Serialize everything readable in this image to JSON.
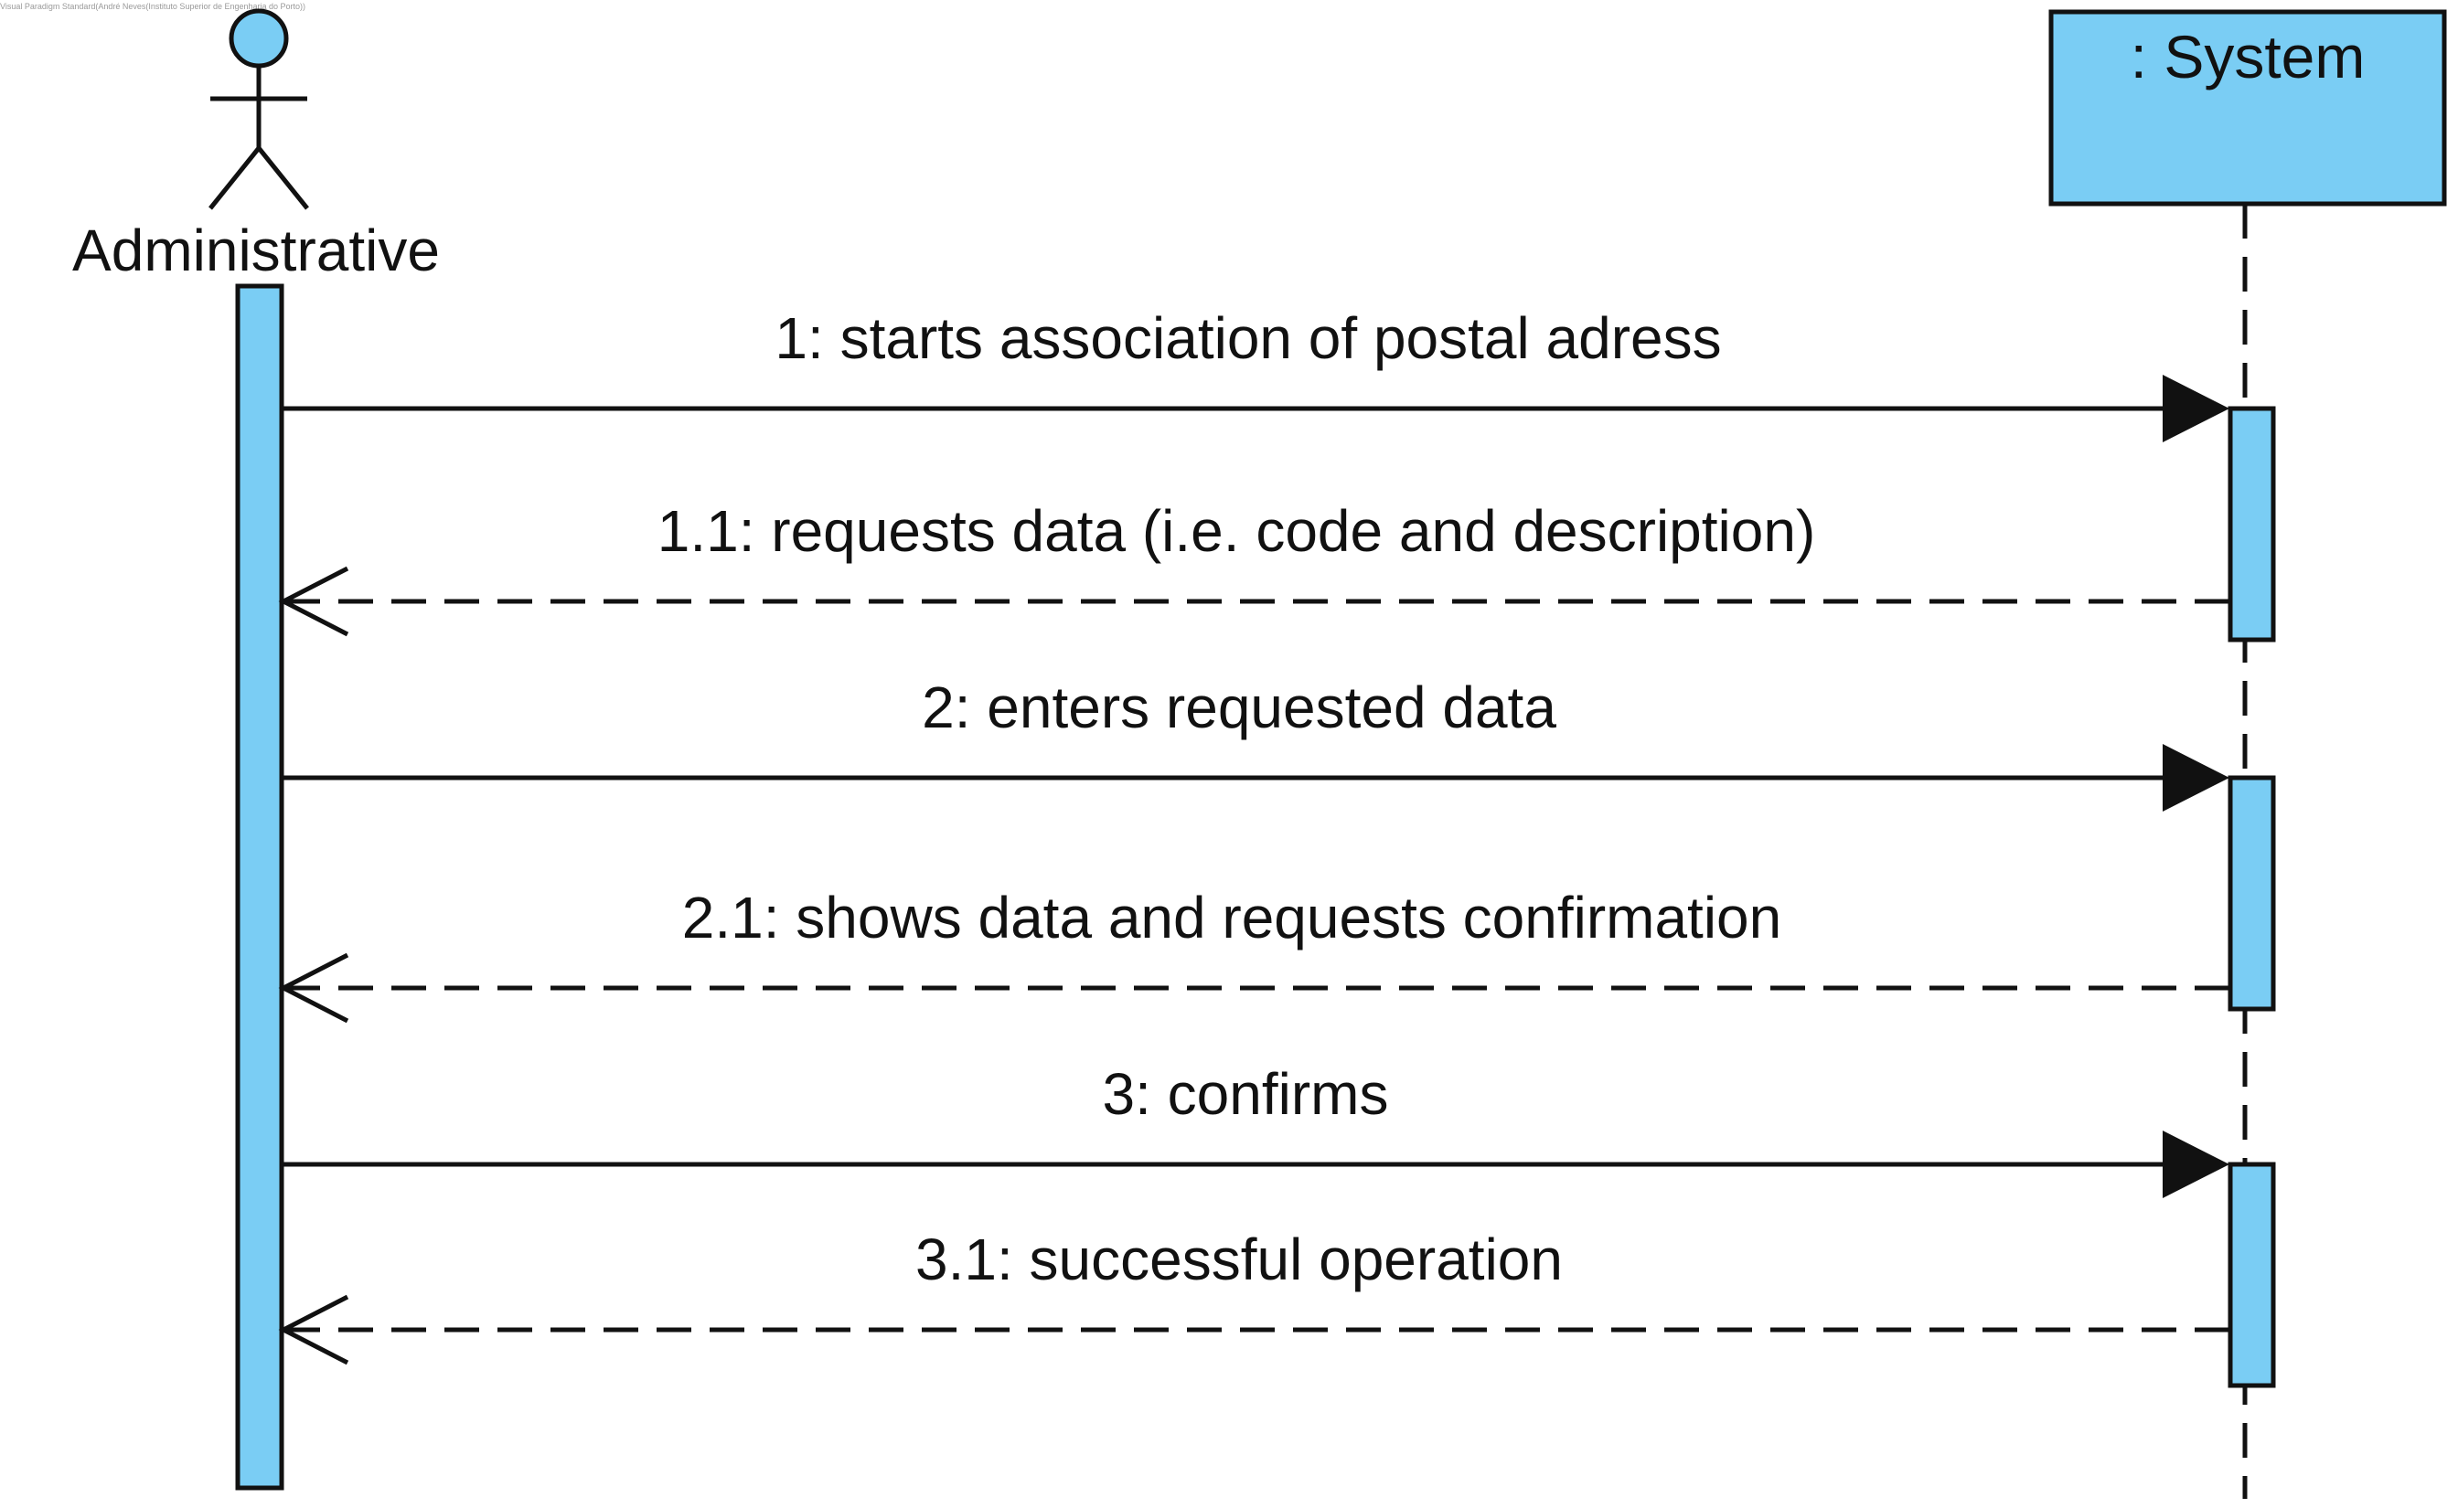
{
  "watermark": "Visual Paradigm Standard(André Neves(Instituto Superior de Engenharia do Porto))",
  "colors": {
    "fill": "#7ACDF4",
    "stroke": "#111111"
  },
  "actor": {
    "name": "Administrative",
    "icon": "stick-figure-icon"
  },
  "lifeline": {
    "name": ": System"
  },
  "messages": [
    {
      "label": "1: starts association of postal adress",
      "kind": "sync"
    },
    {
      "label": "1.1: requests data (i.e. code and description)",
      "kind": "return"
    },
    {
      "label": "2: enters requested data",
      "kind": "sync"
    },
    {
      "label": "2.1: shows data and requests confirmation",
      "kind": "return"
    },
    {
      "label": "3: confirms",
      "kind": "sync"
    },
    {
      "label": "3.1: successful operation",
      "kind": "return"
    }
  ]
}
